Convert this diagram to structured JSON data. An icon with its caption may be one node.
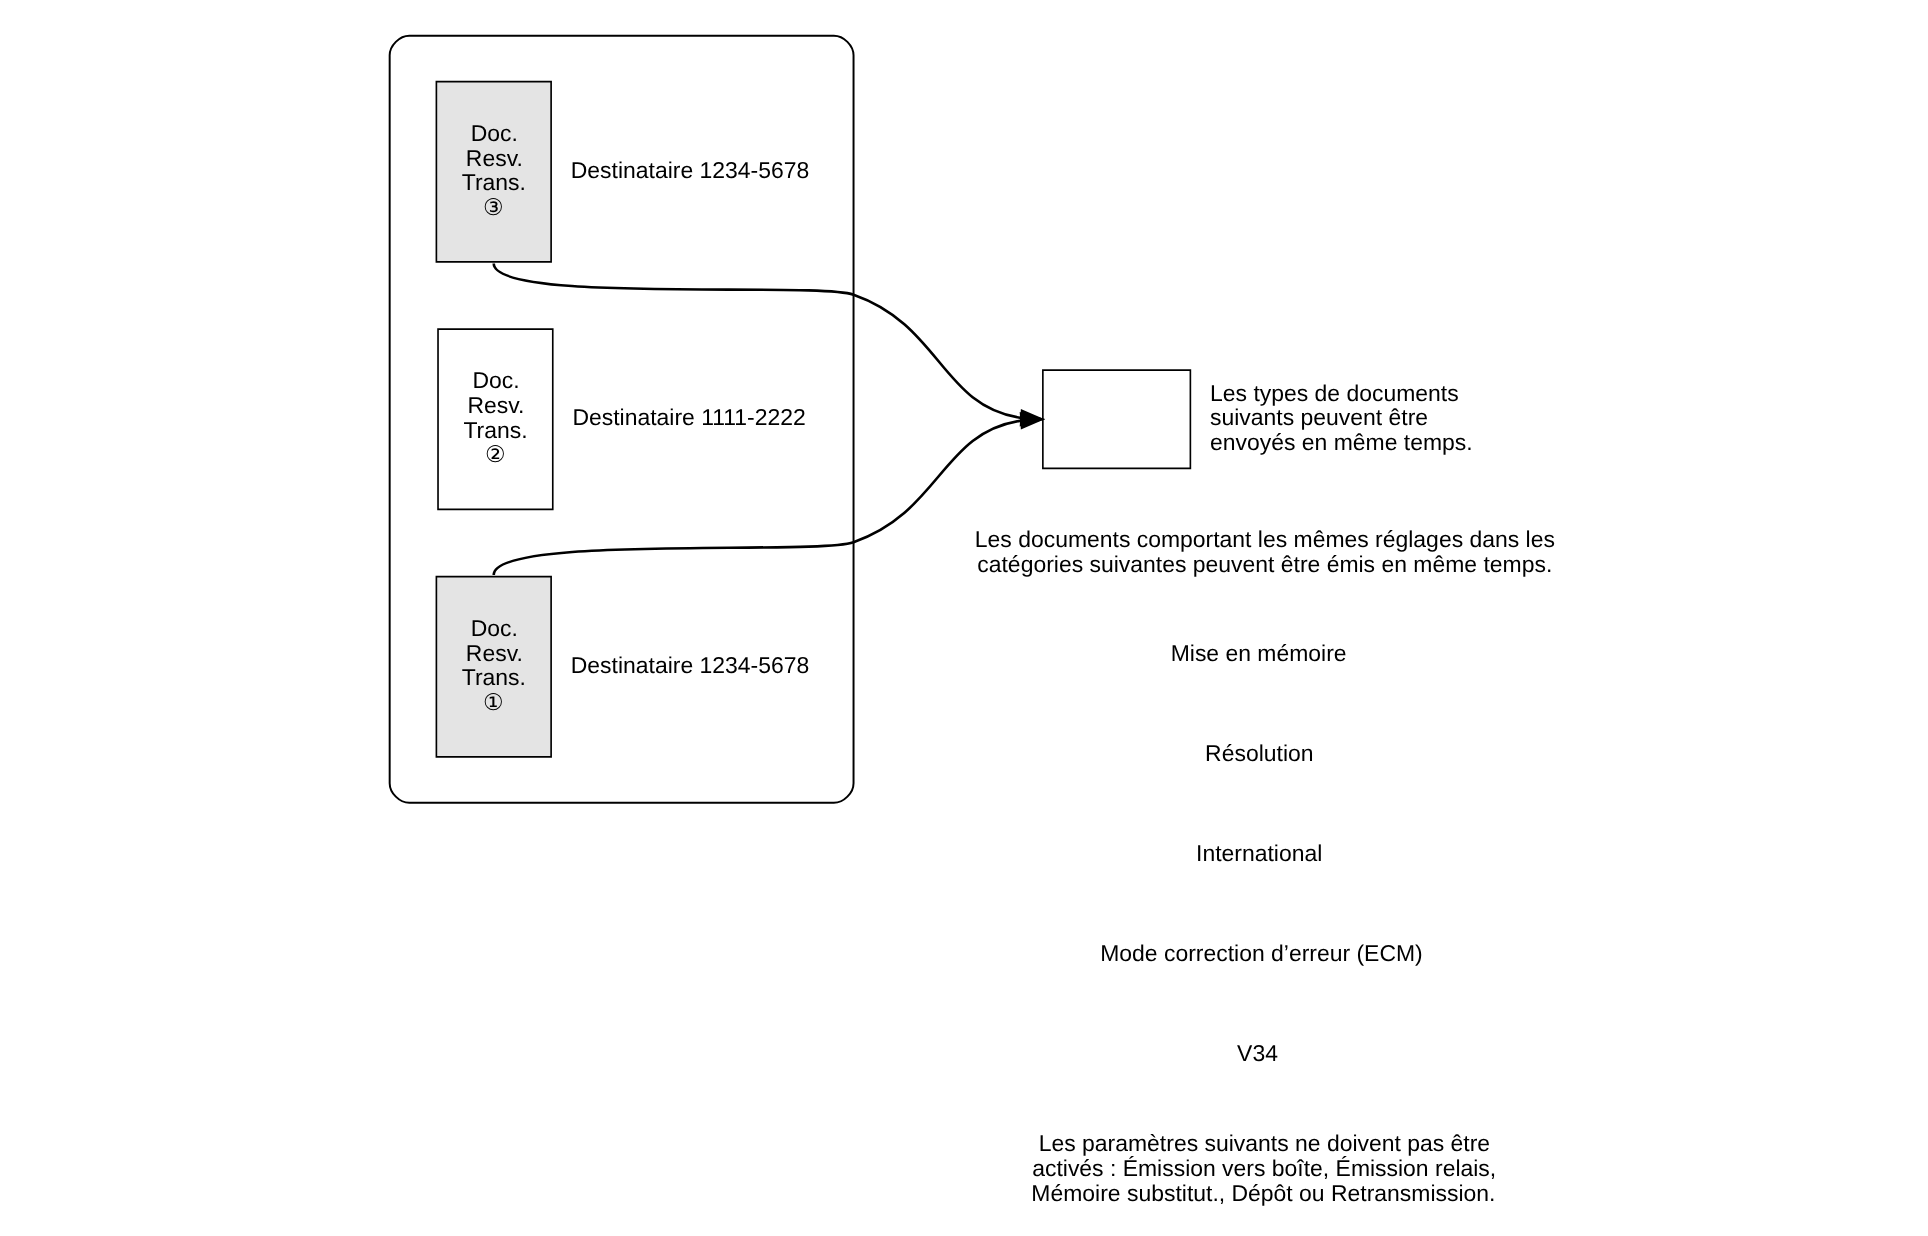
{
  "diagram": {
    "nodes": [
      {
        "text": [],
        "shape": "cylinder"
      },
      {
        "text": [
          "Doc. Resv. Trans. ①"
        ],
        "in": 0,
        "beside": [
          "Destinataire 1234-5678"
        ]
      },
      {
        "text": [
          "Doc. Resv. Trans. ②"
        ],
        "in": 0,
        "beside": [
          "Destinataire 1111-2222"
        ]
      },
      {
        "text": [
          "Doc. Resv. Trans. ③"
        ],
        "in": 0,
        "beside": [
          "Destinataire 1234-5678"
        ]
      },
      {
        "text": [],
        "shape": "box",
        "beside": [
          "Les types de documents suivants peuvent être envoyés en même temps."
        ]
      }
    ],
    "edges": [
      {
        "from": 1,
        "to": 4,
        "arrow": "to"
      },
      {
        "from": 3,
        "to": 4,
        "arrow": "to"
      }
    ],
    "labels": [
      "Les documents comportant les mêmes réglages dans les catégories suivantes peuvent être émis en même temps.",
      "Mise en mémoire",
      "Résolution",
      "International",
      "Mode correction d’erreur (ECM)",
      "V34",
      "Les paramètres suivants ne doivent pas être activés : Émission vers boîte, Émission relais, Mémoire substitut., Dépôt ou Retransmission."
    ]
  }
}
